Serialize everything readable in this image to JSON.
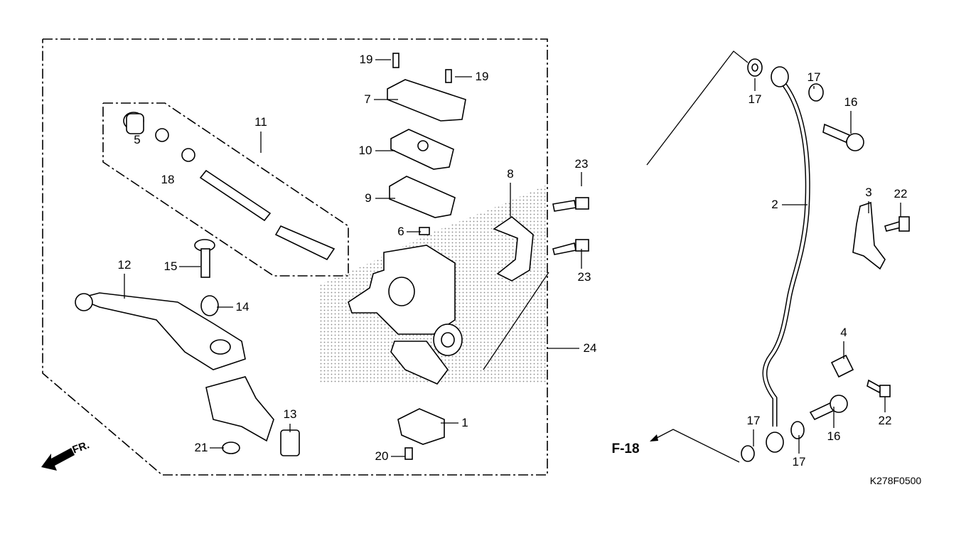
{
  "diagram": {
    "figure_code": "K278F0500",
    "reference_label": "F-18",
    "front_label": "FR.",
    "callouts": [
      {
        "id": "c19a",
        "text": "19"
      },
      {
        "id": "c19b",
        "text": "19"
      },
      {
        "id": "c7",
        "text": "7"
      },
      {
        "id": "c10",
        "text": "10"
      },
      {
        "id": "c9",
        "text": "9"
      },
      {
        "id": "c6",
        "text": "6"
      },
      {
        "id": "c8",
        "text": "8"
      },
      {
        "id": "c23a",
        "text": "23"
      },
      {
        "id": "c23b",
        "text": "23"
      },
      {
        "id": "c24",
        "text": "24"
      },
      {
        "id": "c11",
        "text": "11"
      },
      {
        "id": "c5",
        "text": "5"
      },
      {
        "id": "c18",
        "text": "18"
      },
      {
        "id": "c12",
        "text": "12"
      },
      {
        "id": "c15",
        "text": "15"
      },
      {
        "id": "c14",
        "text": "14"
      },
      {
        "id": "c13",
        "text": "13"
      },
      {
        "id": "c21",
        "text": "21"
      },
      {
        "id": "c20",
        "text": "20"
      },
      {
        "id": "c1",
        "text": "1"
      },
      {
        "id": "c17a",
        "text": "17"
      },
      {
        "id": "c17b",
        "text": "17"
      },
      {
        "id": "c16a",
        "text": "16"
      },
      {
        "id": "c2",
        "text": "2"
      },
      {
        "id": "c3",
        "text": "3"
      },
      {
        "id": "c22a",
        "text": "22"
      },
      {
        "id": "c4",
        "text": "4"
      },
      {
        "id": "c22b",
        "text": "22"
      },
      {
        "id": "c16b",
        "text": "16"
      },
      {
        "id": "c17c",
        "text": "17"
      },
      {
        "id": "c17d",
        "text": "17"
      }
    ]
  }
}
